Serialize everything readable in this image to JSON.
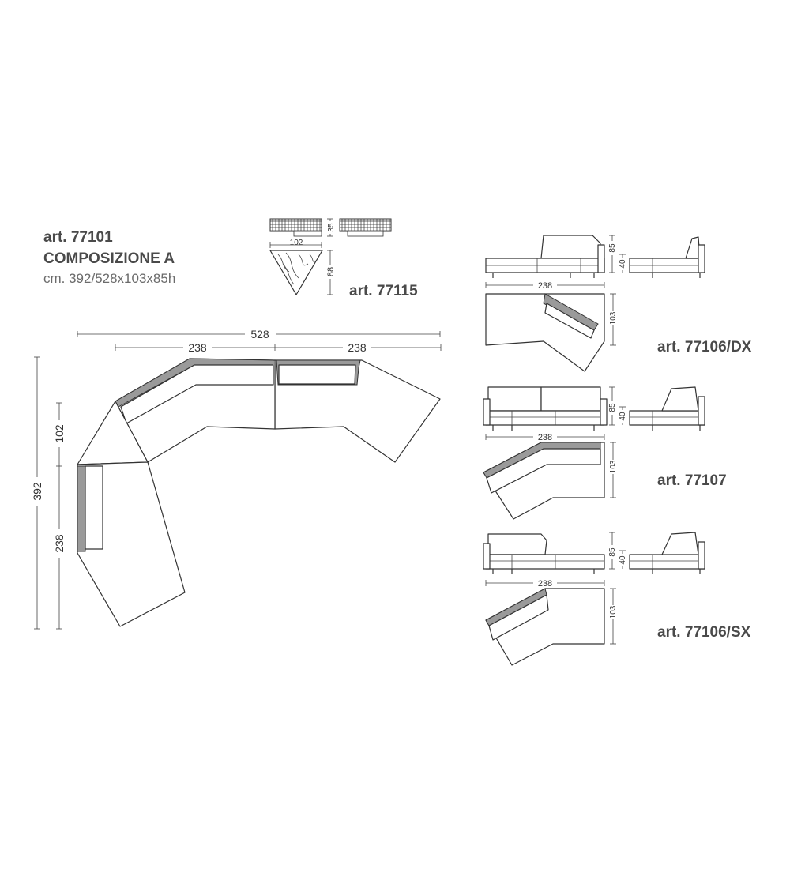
{
  "composition": {
    "art_code": "art. 77101",
    "name": "COMPOSIZIONE A",
    "dimensions": "cm. 392/528x103x85h"
  },
  "plan": {
    "width_total": "528",
    "width_left": "238",
    "width_right": "238",
    "height_total": "392",
    "height_top": "102",
    "height_bottom": "238"
  },
  "table_module": {
    "art_code": "art. 77115",
    "width": "102",
    "height": "35",
    "depth": "88"
  },
  "modules": [
    {
      "art_code": "art. 77106/DX",
      "width": "238",
      "height": "85",
      "seat_height": "40",
      "depth": "103"
    },
    {
      "art_code": "art. 77107",
      "width": "238",
      "height": "85",
      "seat_height": "40",
      "depth": "103"
    },
    {
      "art_code": "art. 77106/SX",
      "width": "238",
      "height": "85",
      "seat_height": "40",
      "depth": "103"
    }
  ],
  "colors": {
    "line": "#333333",
    "title_text": "#4a4a4a",
    "subtitle_text": "#6b6b6b"
  }
}
